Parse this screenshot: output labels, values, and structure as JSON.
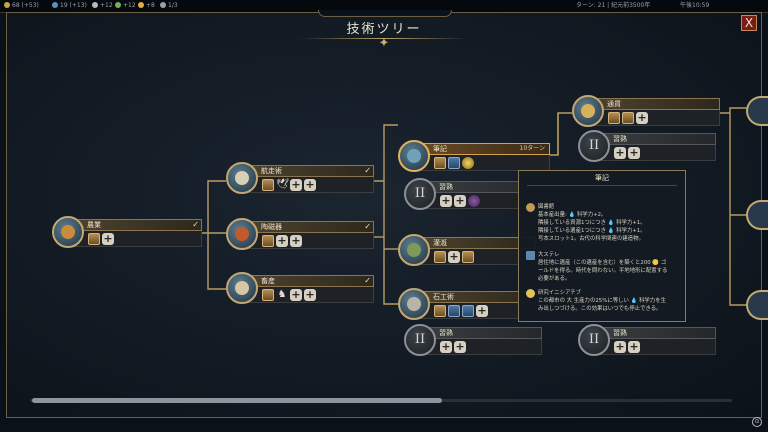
{
  "topbar": {
    "resources": [
      {
        "text": "68 (+53)",
        "color": "#c7a34a"
      },
      {
        "text": "19 (+13)",
        "color": "#5d8fc0"
      },
      {
        "text": "+12",
        "color": "#b9b9b9"
      },
      {
        "text": "+12",
        "color": "#7aa860"
      },
      {
        "text": "+8",
        "color": "#e0b03b"
      },
      {
        "text": "1/3",
        "color": "#9aa2a8"
      }
    ],
    "turn_info": "ターン: 21 | 紀元前3500年",
    "time": "午後10:59"
  },
  "window": {
    "title": "技術ツリー",
    "close_label": "X"
  },
  "nodes": [
    {
      "id": "agriculture",
      "name": "農業",
      "status": "researched",
      "turns": "",
      "check": "✓"
    },
    {
      "id": "sailing",
      "name": "航走術",
      "status": "researched",
      "turns": "",
      "check": "✓"
    },
    {
      "id": "pottery",
      "name": "陶磁器",
      "status": "researched",
      "turns": "",
      "check": "✓"
    },
    {
      "id": "animal-husbandry",
      "name": "畜産",
      "status": "researched",
      "turns": "",
      "check": "✓"
    },
    {
      "id": "writing",
      "name": "筆記",
      "status": "researching",
      "turns": "10ターン",
      "check": ""
    },
    {
      "id": "irrigation",
      "name": "灌漑",
      "status": "available",
      "turns": "",
      "check": ""
    },
    {
      "id": "masonry",
      "name": "石工術",
      "status": "available",
      "turns": "",
      "check": ""
    },
    {
      "id": "currency",
      "name": "通貨",
      "status": "available",
      "turns": "",
      "check": ""
    },
    {
      "id": "trade-a",
      "name": "習熟",
      "status": "mastery",
      "turns": "",
      "check": ""
    },
    {
      "id": "trade-b",
      "name": "習熟",
      "status": "mastery",
      "turns": "",
      "check": ""
    },
    {
      "id": "trade-c",
      "name": "習熟",
      "status": "mastery",
      "turns": "",
      "check": ""
    },
    {
      "id": "trade-d",
      "name": "習熟",
      "status": "mastery",
      "turns": "",
      "check": ""
    }
  ],
  "mastery_numeral": "II",
  "tooltip": {
    "title": "筆記",
    "sections": [
      {
        "icon": "library-icon",
        "color": "#c39a55",
        "text": "図書館\n基本産出量: 💧 科学力+2。\n隣接している資源1つにつき 💧 科学力+1。\n隣接している遺産1つにつき 💧 科学力+1。\n写本スロット1。古代の科学関連の建造物。"
      },
      {
        "icon": "stele-icon",
        "color": "#5d86b3",
        "text": "大ステレ\n居住地に遺産（この遺産を含む）を築くと200 🪙 ゴ\nールドを得る。時代を問わない。平地地形に配置する\n必要がある。"
      },
      {
        "icon": "eureka-icon",
        "color": "#e1c45a",
        "text": "研究イニシアチブ\nこの都市の 大 生産力の25%に等しい 💧 科学力を生\nみ出しつづける。この効果はいつでも停止できる。"
      }
    ]
  },
  "scrollbar": {
    "position": 0.58
  },
  "corner_button_label": "⊙"
}
